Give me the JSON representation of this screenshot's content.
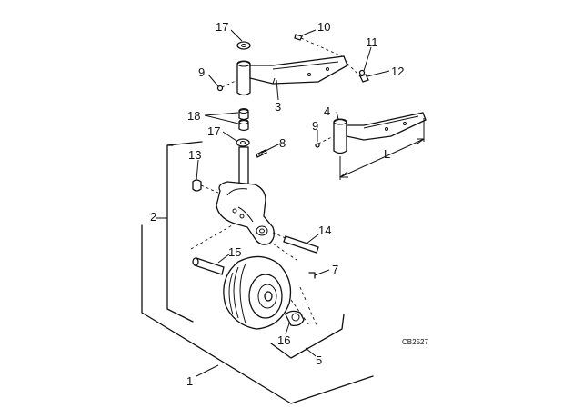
{
  "callouts": {
    "c1": "1",
    "c2": "2",
    "c3": "3",
    "c4": "4",
    "c5": "5",
    "c6": "16",
    "c7": "7",
    "c8": "8",
    "c9a": "9",
    "c9b": "9",
    "c10": "10",
    "c11": "11",
    "c12": "12",
    "c13": "13",
    "c14": "14",
    "c15": "15",
    "c17a": "17",
    "c17b": "17",
    "c18": "18",
    "cL": "L"
  },
  "figure_code": "CB2527"
}
